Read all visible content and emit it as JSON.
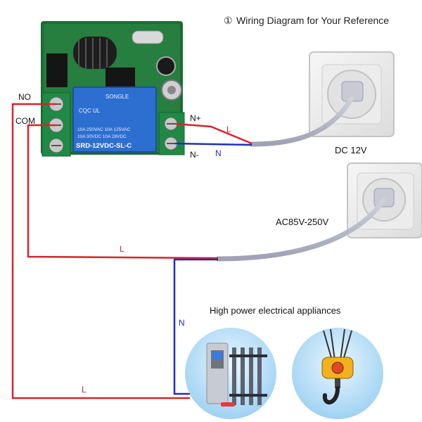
{
  "header": {
    "number": "①",
    "text": "Wiring Diagram for Your Reference"
  },
  "terminals": {
    "no": "NO",
    "com": "COM",
    "n_plus": "N+",
    "n_minus": "N-"
  },
  "relay": {
    "brand": "SONGLE",
    "rating_line_1": "10A 250VAC  10A 125VAC",
    "rating_line_2": "10A 30VDC   10A 28VDC",
    "model": "SRD-12VDC-SL-C",
    "cert_marks": "CQC  UL"
  },
  "supplies": {
    "dc": "DC 12V",
    "ac": "AC85V-250V"
  },
  "wire_labels": {
    "l_dc": "L",
    "n_dc": "N",
    "l_ac": "L",
    "n_ac": "N",
    "l_bottom": "L"
  },
  "appliances": {
    "caption": "High power electrical appliances"
  },
  "colors": {
    "live_wire": "#d8232a",
    "neutral_wire": "#1f2fbf",
    "cable": "#b9bccb",
    "relay_blue": "#2d6fd0",
    "terminal_green": "#1f8a45"
  }
}
